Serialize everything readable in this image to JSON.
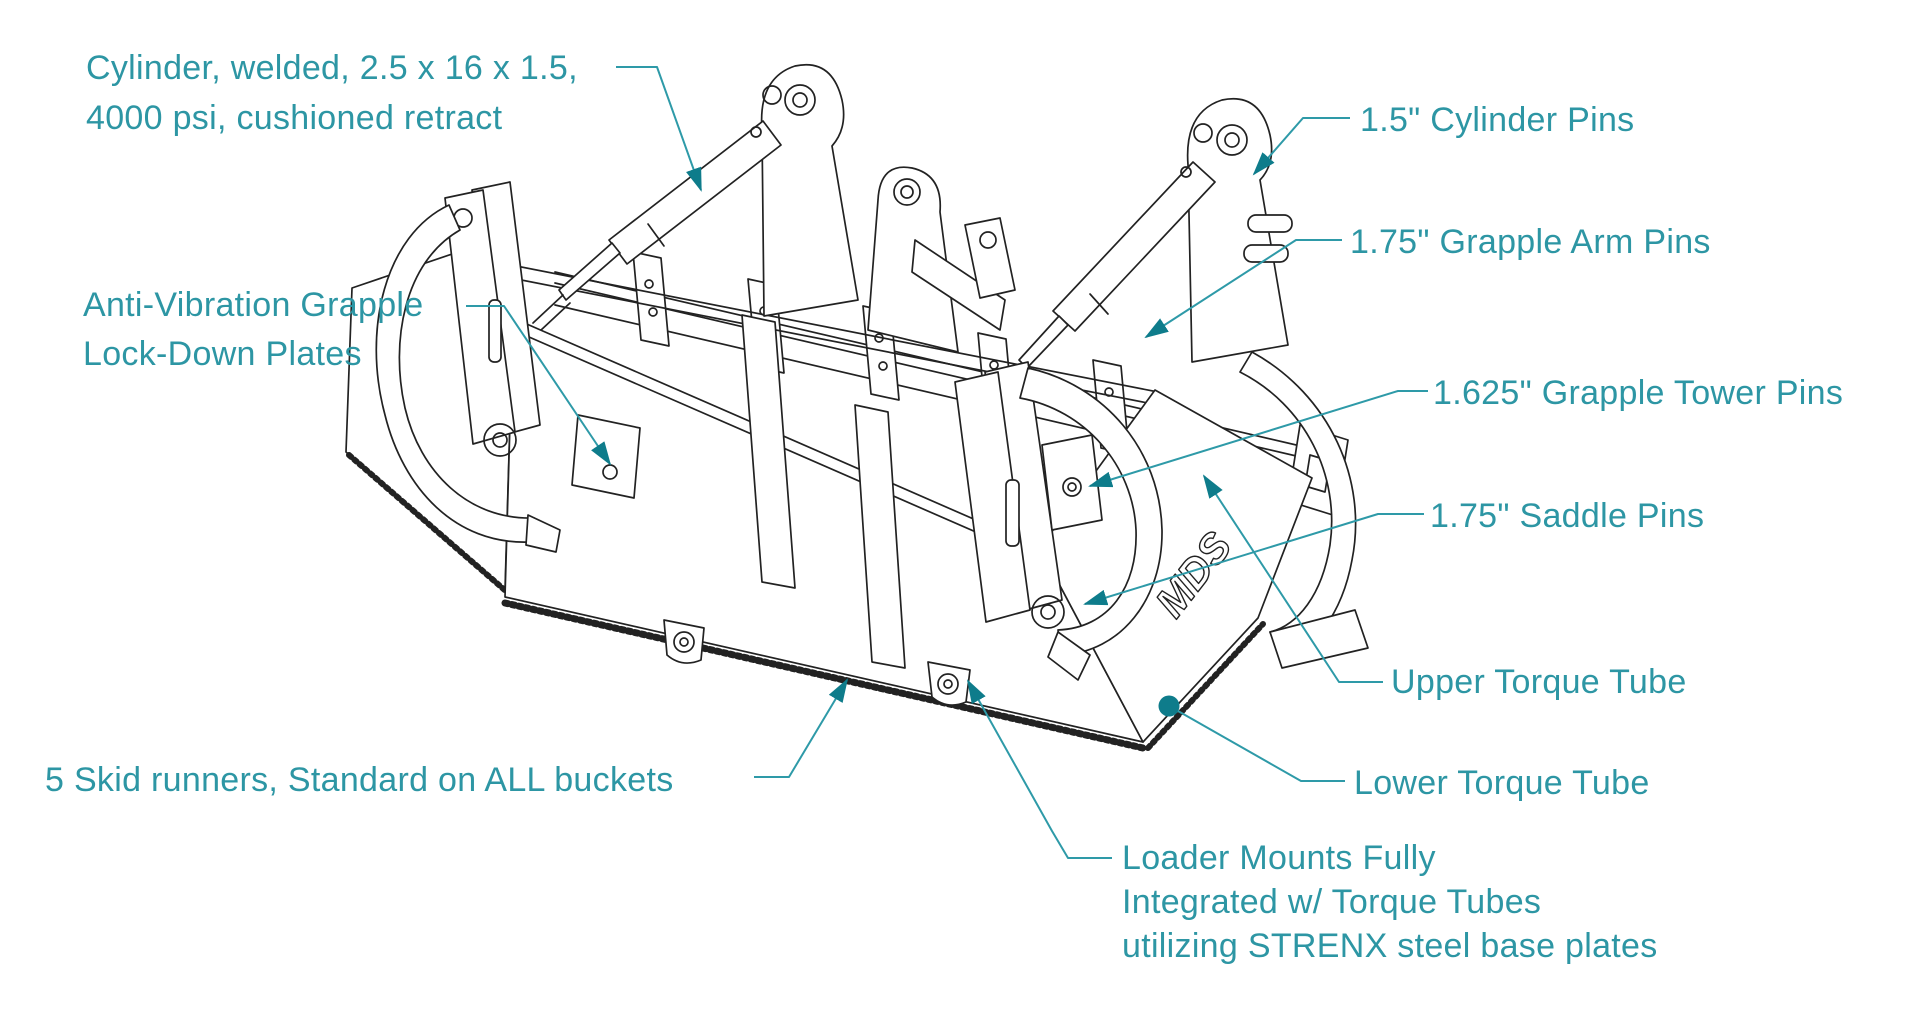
{
  "colors": {
    "label_text": "#2D96A4",
    "leader_line": "#2E9AA8",
    "arrow_fill": "#0E7C8B",
    "drawing_line": "#222222",
    "background": "#FFFFFF"
  },
  "drawing": {
    "logo_text": "MDS"
  },
  "callouts": {
    "cylinder_spec": {
      "line1": "Cylinder, welded, 2.5 x 16 x 1.5,",
      "line2": "4000 psi, cushioned retract"
    },
    "cylinder_pins": {
      "line1": "1.5\" Cylinder Pins"
    },
    "grapple_arm_pins": {
      "line1": "1.75\" Grapple Arm Pins"
    },
    "anti_vibration": {
      "line1": "Anti-Vibration Grapple",
      "line2": "Lock-Down Plates"
    },
    "grapple_tower_pins": {
      "line1": "1.625\" Grapple Tower Pins"
    },
    "saddle_pins": {
      "line1": "1.75\" Saddle Pins"
    },
    "upper_torque_tube": {
      "line1": "Upper Torque Tube"
    },
    "lower_torque_tube": {
      "line1": "Lower Torque Tube"
    },
    "skid_runners": {
      "line1": "5 Skid runners, Standard on ALL buckets"
    },
    "loader_mounts": {
      "line1": "Loader Mounts Fully",
      "line2": "Integrated w/ Torque Tubes",
      "line3": "utilizing STRENX steel base plates"
    }
  }
}
